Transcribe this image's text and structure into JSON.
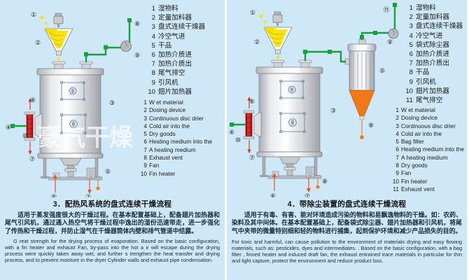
{
  "watermark": {
    "text": "豪气干燥"
  },
  "panels": [
    {
      "id": "left",
      "caption": "3．配热风系统的盘式连续干燥流程",
      "legend_cn": [
        {
          "num": "1",
          "label": "湿物料"
        },
        {
          "num": "2",
          "label": "定量加料器"
        },
        {
          "num": "3",
          "label": "盘式连续干燥器"
        },
        {
          "num": "4",
          "label": "冷空气进"
        },
        {
          "num": "5",
          "label": "干品"
        },
        {
          "num": "6",
          "label": "加热介质进"
        },
        {
          "num": "7",
          "label": "加热介质出"
        },
        {
          "num": "8",
          "label": "尾气排空"
        },
        {
          "num": "9",
          "label": "引风机"
        },
        {
          "num": "10",
          "label": "翅片加热器"
        }
      ],
      "legend_en": [
        {
          "num": "1",
          "label": "W et material"
        },
        {
          "num": "2",
          "label": "Dosing device"
        },
        {
          "num": "3",
          "label": "Continuous disc drier"
        },
        {
          "num": "4",
          "label": "Cold air into the"
        },
        {
          "num": "5",
          "label": "Dry goods"
        },
        {
          "num": "6",
          "label": "Heating medium into the"
        },
        {
          "num": "7",
          "label": "A heating medium"
        },
        {
          "num": "8",
          "label": "Exhaust vent"
        },
        {
          "num": "9",
          "label": "Fan"
        },
        {
          "num": "10",
          "label": "Fin heater"
        }
      ],
      "paragraph_cn": "适用于蒸发强度很大的干燥过程。在基本配置基础上，配备翅片加热器和尾气引风机，通过通入热空气将干燥过程中逸出的湿份迅速带走，进一步强化了传热和干燥过程，并防止湿气在干燥器筒体内壁和排气管道中结露。",
      "paragraph_en": "G reat strength for the drying process of evaporation. Based on the basic configuration, with a fin heater and exhaust Fan, by-pass into the hot a ir will escape during the drying process were quickly taken away wet, and further s trengthen the heat transfer and drying process, and to prevent moisture in the dryer Cylinder walls and exhaust pipe condensation.",
      "callouts": [
        "1",
        "2",
        "3",
        "4",
        "5",
        "6",
        "7",
        "9",
        "10"
      ]
    },
    {
      "id": "right",
      "caption": "4．带除尘装置的盘式连续干燥流程",
      "legend_cn": [
        {
          "num": "1",
          "label": "湿物料"
        },
        {
          "num": "2",
          "label": "定量加料器"
        },
        {
          "num": "3",
          "label": "盘式连续干燥器"
        },
        {
          "num": "4",
          "label": "冷空气进"
        },
        {
          "num": "5",
          "label": "袋式除尘器"
        },
        {
          "num": "6",
          "label": "加热介质进"
        },
        {
          "num": "7",
          "label": "加热介质出"
        },
        {
          "num": "8",
          "label": "干品"
        },
        {
          "num": "9",
          "label": "引风机"
        },
        {
          "num": "10",
          "label": "翅片加热器"
        },
        {
          "num": "11",
          "label": "尾气排空"
        }
      ],
      "legend_en": [
        {
          "num": "1",
          "label": "W et material"
        },
        {
          "num": "2",
          "label": "Dosing device"
        },
        {
          "num": "3",
          "label": "Continuous disc drier"
        },
        {
          "num": "4",
          "label": "Cold air into the"
        },
        {
          "num": "5",
          "label": "Bag filter"
        },
        {
          "num": "6",
          "label": "Heating medium into the"
        },
        {
          "num": "7",
          "label": "A heating medium"
        },
        {
          "num": "8",
          "label": "Dry goods"
        },
        {
          "num": "9",
          "label": "Fan"
        },
        {
          "num": "10",
          "label": "Fin heater"
        },
        {
          "num": "11",
          "label": "Exhaust vent"
        }
      ],
      "paragraph_cn": "适用于有毒、有害、能对环境造成污染的物料和易飘逸物料的干燥。如：农药、染料及其中间体。在基本配置基础上，配备袋式除尘器、翅片加热器和引风机，将尾气中夹带的微量特别细和轻的物料进行捕集，起到保护环境和减少产品损失的目的。",
      "paragraph_en": "For toxic and harmful, can cause pollution to the environment of materials drying and easy flowing materials, such as: pesticides, dyes and intermediates. . Based on the basic configuration, with a bag filter , finned heater and induced draft fan, the exhaust entrained trace materials in particular for thin and light capture, protect the environment and reduce product loss.",
      "callouts": [
        "1",
        "2",
        "3",
        "4",
        "5",
        "6",
        "7",
        "8",
        "9",
        "10",
        "11"
      ]
    }
  ],
  "colors": {
    "panel_bg": "#cfe8f7",
    "pipe_green": "#17a03c",
    "material_yellow": "#f5e000",
    "dust_orange": "#f07818",
    "heat_red": "#d81f1f",
    "vessel_grey": "#b9bcc0",
    "vessel_light": "#e9ebee"
  }
}
